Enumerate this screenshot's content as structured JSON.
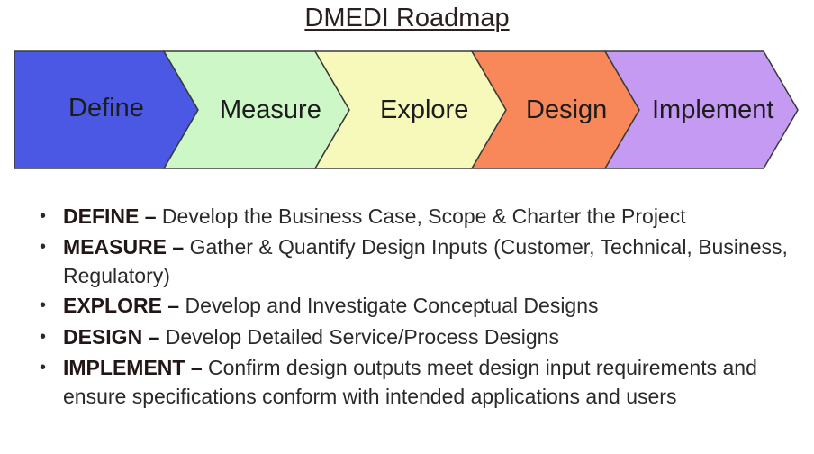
{
  "title": "DMEDI Roadmap",
  "stages": [
    {
      "label": "Define",
      "color": "#4a58e3"
    },
    {
      "label": "Measure",
      "color": "#cdf7c6"
    },
    {
      "label": "Explore",
      "color": "#f6f9b9"
    },
    {
      "label": "Design",
      "color": "#f8875a"
    },
    {
      "label": "Implement",
      "color": "#c49af2"
    }
  ],
  "bullet_glyph": "•",
  "descriptions": [
    {
      "term": "DEFINE",
      "dash": " – ",
      "text": "Develop the Business Case, Scope & Charter the Project"
    },
    {
      "term": "MEASURE",
      "dash": " – ",
      "text": "Gather & Quantify Design Inputs (Customer, Technical, Business, Regulatory)"
    },
    {
      "term": "EXPLORE",
      "dash": " – ",
      "text": "Develop and Investigate Conceptual Designs"
    },
    {
      "term": "DESIGN",
      "dash": " – ",
      "text": "Develop Detailed Service/Process Designs"
    },
    {
      "term": "IMPLEMENT",
      "dash": " – ",
      "text": "Confirm design outputs meet design input requirements and ensure specifications conform with intended applications and users"
    }
  ]
}
